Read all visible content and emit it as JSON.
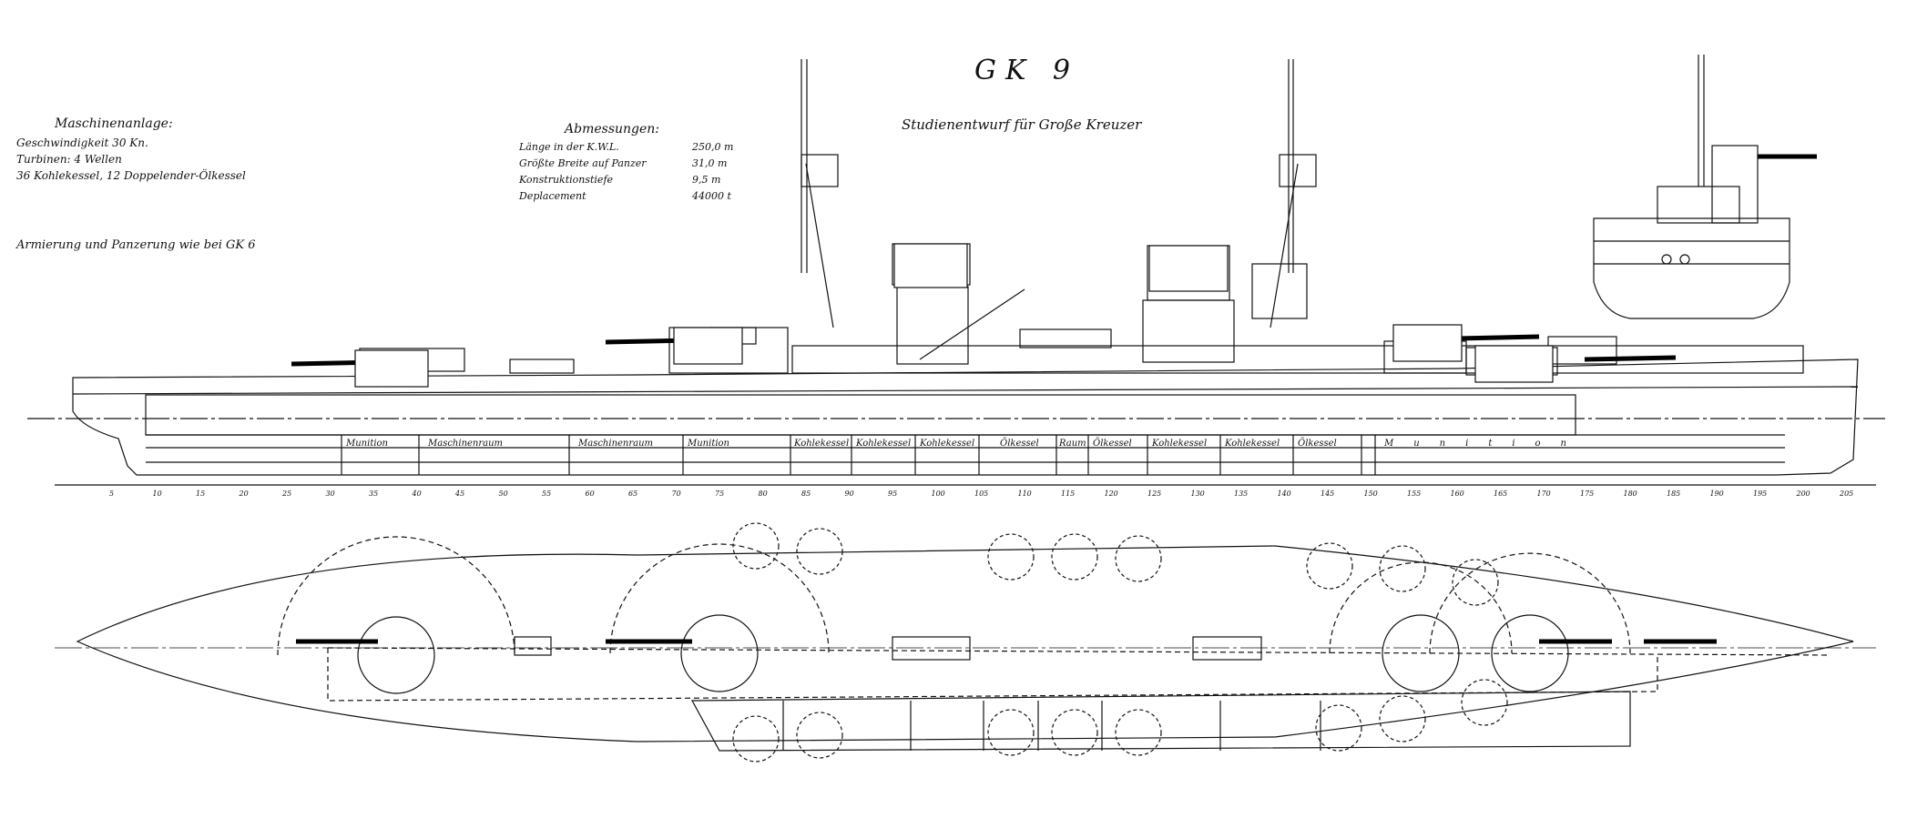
{
  "drawing": {
    "title": "GK 9",
    "subtitle": "Studienentwurf für Große Kreuzer"
  },
  "machinery": {
    "heading": "Maschinenanlage:",
    "lines": [
      "Geschwindigkeit 30 Kn.",
      "Turbinen: 4 Wellen",
      "36 Kohlekessel, 12 Doppelender-Ölkessel"
    ]
  },
  "armament_note": "Armierung und Panzerung wie bei GK 6",
  "dimensions": {
    "heading": "Abmessungen:",
    "rows": [
      {
        "label": "Länge in der K.W.L.",
        "value": "250,0 m"
      },
      {
        "label": "Größte Breite auf Panzer",
        "value": "31,0 m"
      },
      {
        "label": "Konstruktionstiefe",
        "value": "9,5 m"
      },
      {
        "label": "Deplacement",
        "value": "44000 t"
      }
    ]
  },
  "compartments": [
    "Munition",
    "Maschinenraum",
    "Maschinenraum",
    "Munition",
    "Kohlekessel",
    "Kohlekessel",
    "Kohlekessel",
    "Ölkessel",
    "Raum",
    "Ölkessel",
    "Kohlekessel",
    "Kohlekessel",
    "Ölkessel",
    "Munition"
  ],
  "frame_numbers": [
    "5",
    "10",
    "15",
    "20",
    "25",
    "30",
    "35",
    "40",
    "45",
    "50",
    "55",
    "60",
    "65",
    "70",
    "75",
    "80",
    "85",
    "90",
    "95",
    "100",
    "105",
    "110",
    "115",
    "120",
    "125",
    "130",
    "135",
    "140",
    "145",
    "150",
    "155",
    "160",
    "165",
    "170",
    "175",
    "180",
    "185",
    "190",
    "195",
    "200",
    "205"
  ],
  "colors": {
    "ink": "#111111",
    "paper": "#ffffff",
    "gun": "#000000"
  }
}
